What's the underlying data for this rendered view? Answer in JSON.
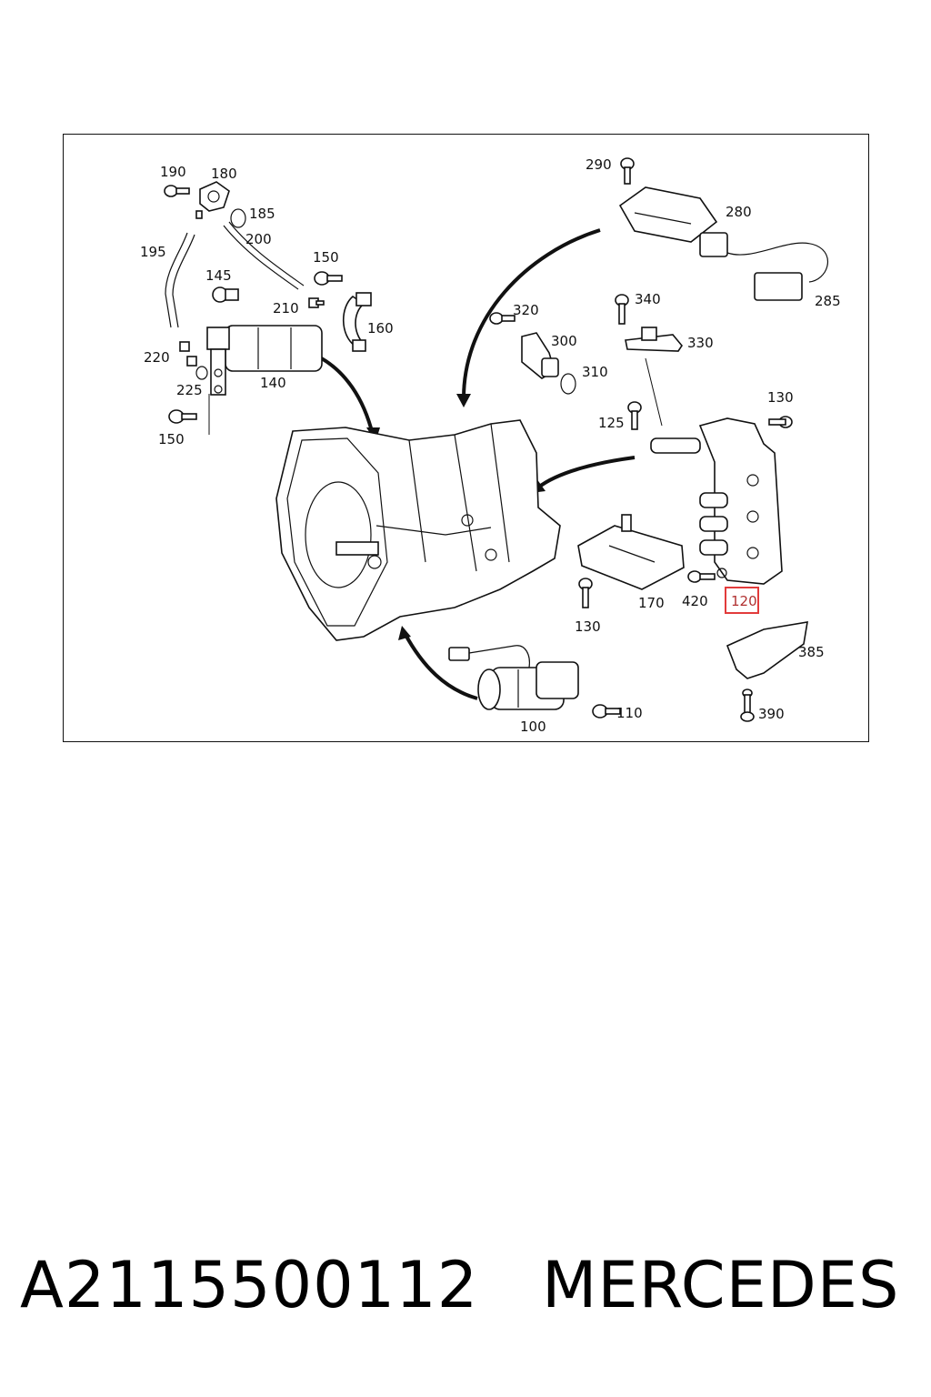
{
  "diagram": {
    "labels": {
      "l190": "190",
      "l180": "180",
      "l185": "185",
      "l200": "200",
      "l195": "195",
      "l150a": "150",
      "l145": "145",
      "l210": "210",
      "l160": "160",
      "l220": "220",
      "l225": "225",
      "l140": "140",
      "l150b": "150",
      "l290": "290",
      "l280": "280",
      "l285": "285",
      "l320": "320",
      "l300": "300",
      "l310": "310",
      "l340": "340",
      "l330": "330",
      "l130a": "130",
      "l125": "125",
      "l170": "170",
      "l420": "420",
      "l120": "120",
      "l130b": "130",
      "l385": "385",
      "l390": "390",
      "l100": "100",
      "l110": "110"
    },
    "highlighted_part": "120",
    "highlight_color": "#e23b3b"
  },
  "footer": {
    "part_number": "A2115500112",
    "brand": "MERCEDES"
  }
}
